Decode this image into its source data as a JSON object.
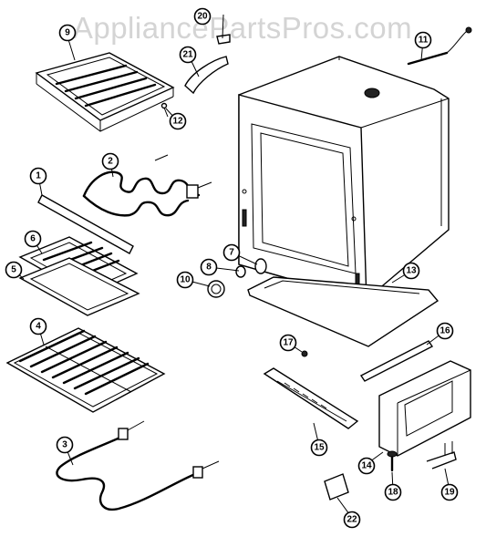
{
  "watermark": "AppliancePartsPros.com",
  "callouts": [
    {
      "id": "1",
      "label": "1"
    },
    {
      "id": "2",
      "label": "2"
    },
    {
      "id": "3",
      "label": "3"
    },
    {
      "id": "4",
      "label": "4"
    },
    {
      "id": "5",
      "label": "5"
    },
    {
      "id": "6",
      "label": "6"
    },
    {
      "id": "7",
      "label": "7"
    },
    {
      "id": "8",
      "label": "8"
    },
    {
      "id": "9",
      "label": "9"
    },
    {
      "id": "10",
      "label": "10"
    },
    {
      "id": "11",
      "label": "11"
    },
    {
      "id": "12",
      "label": "12"
    },
    {
      "id": "13",
      "label": "13"
    },
    {
      "id": "14",
      "label": "14"
    },
    {
      "id": "15",
      "label": "15"
    },
    {
      "id": "16",
      "label": "16"
    },
    {
      "id": "17",
      "label": "17"
    },
    {
      "id": "18",
      "label": "18"
    },
    {
      "id": "19",
      "label": "19"
    },
    {
      "id": "20",
      "label": "20"
    },
    {
      "id": "21",
      "label": "21"
    },
    {
      "id": "22",
      "label": "22"
    }
  ]
}
